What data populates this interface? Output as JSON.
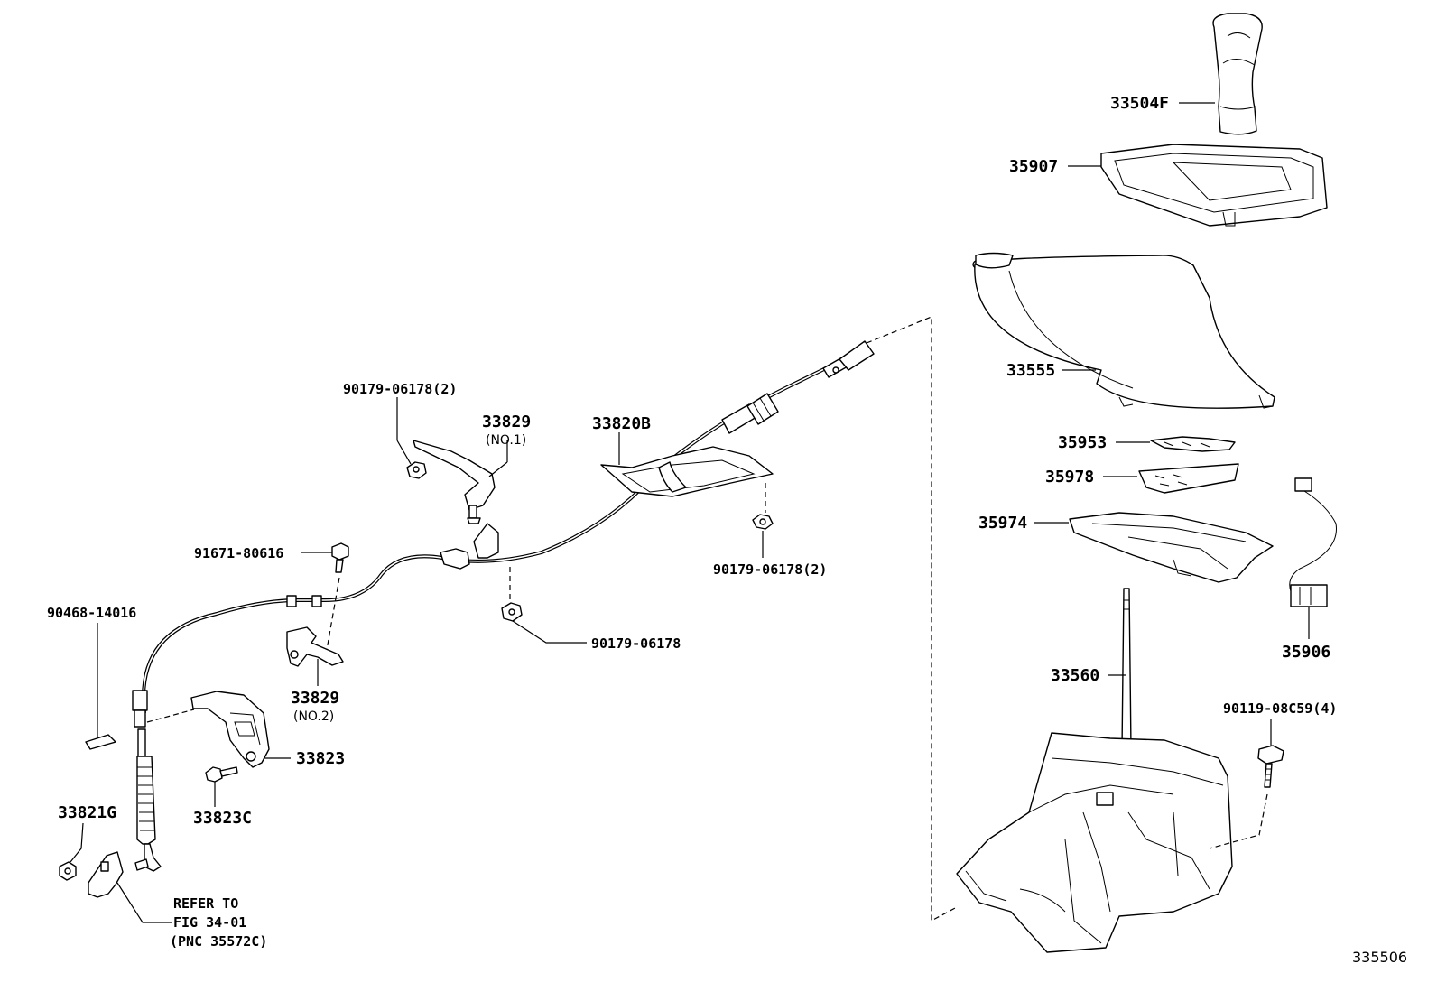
{
  "diagram_id": "335506",
  "labels": {
    "knob": "33504F",
    "bezel": "35907",
    "boot": "33555",
    "plate_35953": "35953",
    "plate_35978": "35978",
    "plate_35974": "35974",
    "harness": "35906",
    "lever_assy": "33560",
    "bolt_90119": "90119-08C59(4)",
    "nut_upper": "90179-06178(2)",
    "bracket_no1_num": "33829",
    "bracket_no1_note": "(NO.1)",
    "grommet": "33820B",
    "nut_right": "90179-06178(2)",
    "bolt_91671": "91671-80616",
    "nut_center": "90179-06178",
    "clip": "90468-14016",
    "bracket_no2_num": "33829",
    "bracket_no2_note": "(NO.2)",
    "bracket_33823": "33823",
    "bolt_33823c": "33823C",
    "bushing": "33821G",
    "refer_line1": "REFER TO",
    "refer_line2": "FIG 34-01",
    "refer_line3": "(PNC 35572C)"
  }
}
